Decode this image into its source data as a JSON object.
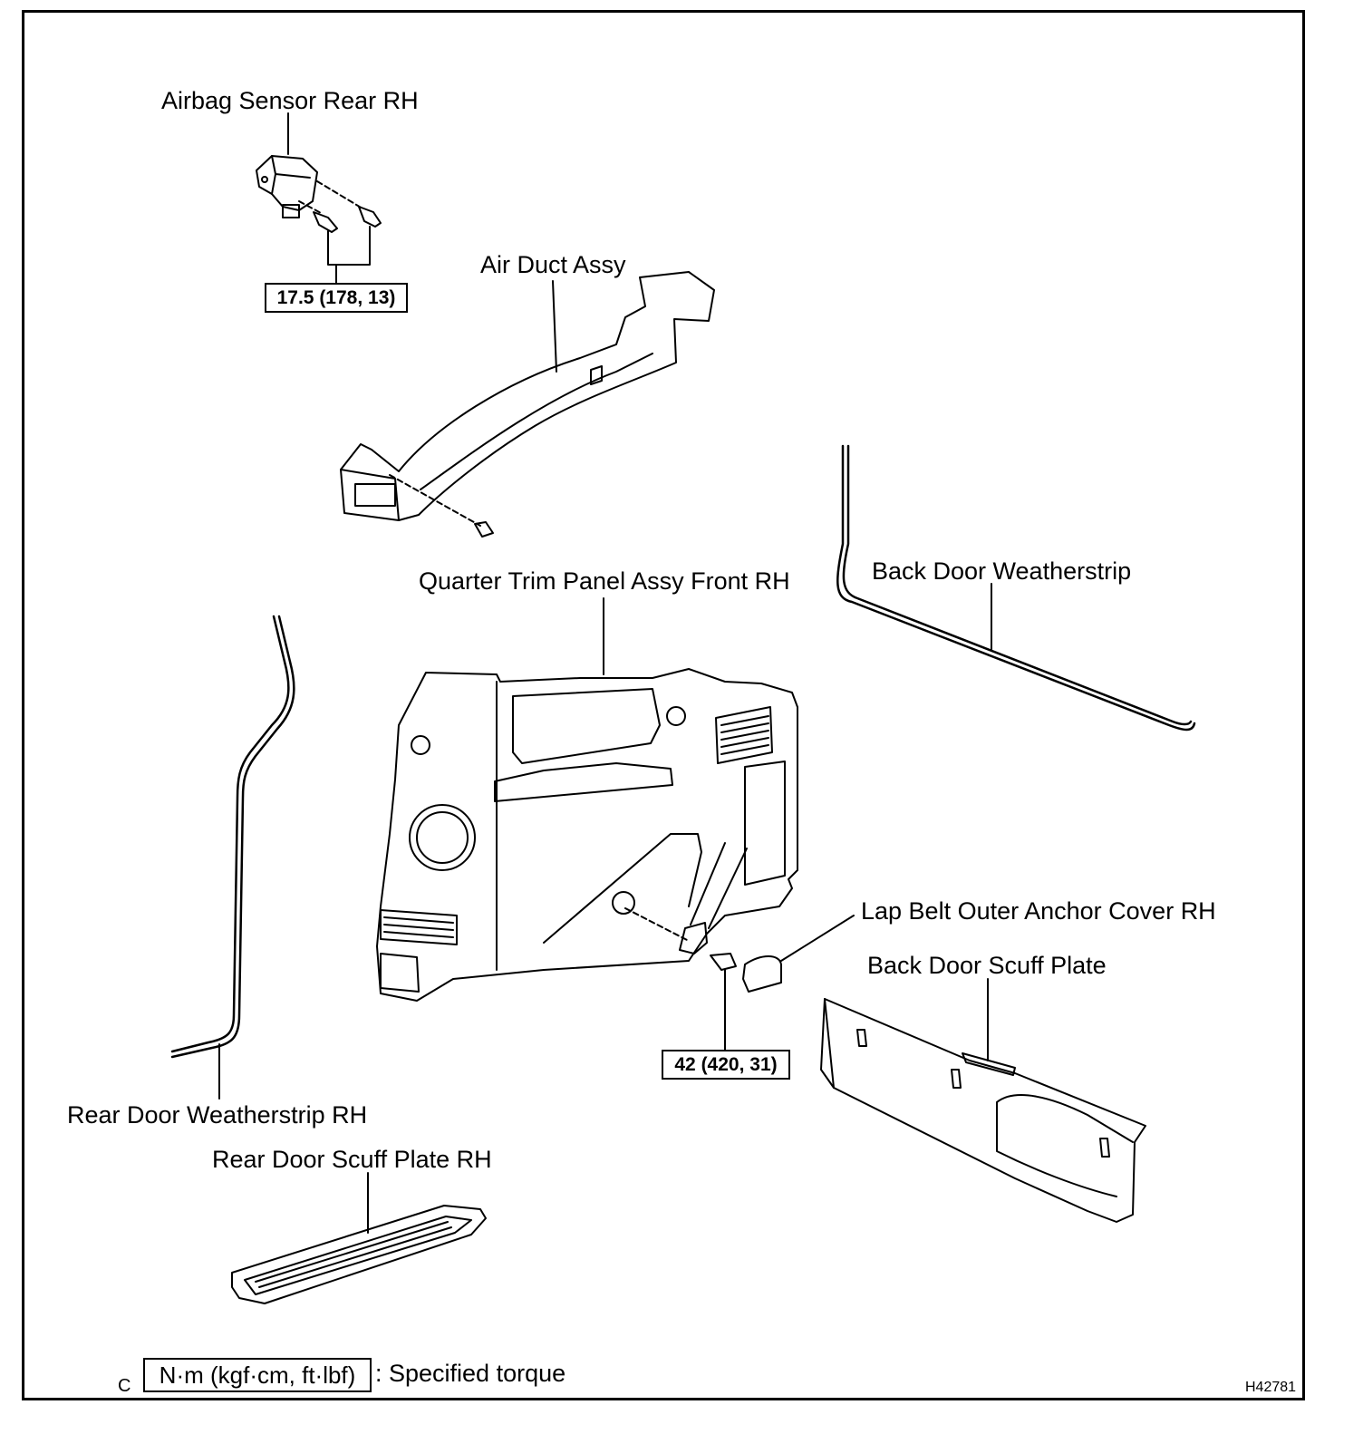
{
  "labels": {
    "airbag_sensor": "Airbag Sensor Rear RH",
    "air_duct": "Air Duct Assy",
    "quarter_trim": "Quarter Trim Panel Assy Front RH",
    "back_door_weatherstrip": "Back Door Weatherstrip",
    "lap_belt_cover": "Lap Belt Outer Anchor Cover RH",
    "back_door_scuff": "Back Door Scuff Plate",
    "rear_door_weatherstrip": "Rear Door Weatherstrip RH",
    "rear_door_scuff": "Rear Door Scuff Plate RH"
  },
  "torques": {
    "airbag_bolts": "17.5 (178, 13)",
    "lap_belt_bolt": "42 (420, 31)"
  },
  "legend": {
    "prefix": "C",
    "unit_box": "N·m (kgf·cm, ft·lbf)",
    "description": ": Specified torque"
  },
  "figure_id": "H42781"
}
